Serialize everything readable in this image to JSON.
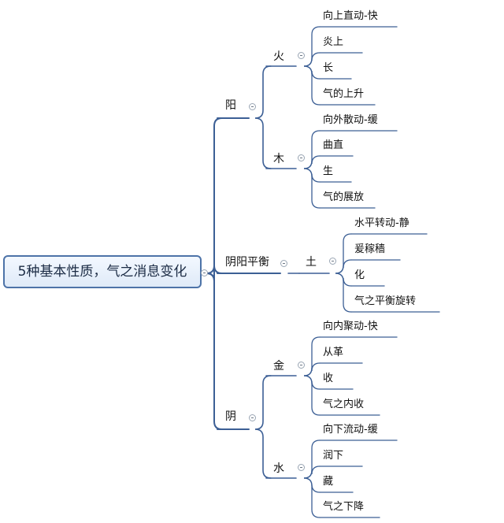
{
  "root": {
    "label": "5种基本性质，气之消息变化"
  },
  "branches": [
    {
      "label": "阳"
    },
    {
      "label": "阴阳平衡"
    },
    {
      "label": "阴"
    }
  ],
  "elements": [
    {
      "label": "火",
      "leaves": [
        "向上直动-快",
        "炎上",
        "长",
        "气的上升"
      ]
    },
    {
      "label": "木",
      "leaves": [
        "向外散动-缓",
        "曲直",
        "生",
        "气的展放"
      ]
    },
    {
      "label": "土",
      "leaves": [
        "水平转动-静",
        "爰稼穑",
        "化",
        "气之平衡旋转"
      ]
    },
    {
      "label": "金",
      "leaves": [
        "向内聚动-快",
        "从革",
        "收",
        "气之内收"
      ]
    },
    {
      "label": "水",
      "leaves": [
        "向下流动-缓",
        "润下",
        "藏",
        "气之下降"
      ]
    }
  ],
  "colors": {
    "line": "#3c5f95",
    "root_border": "#4d73a8"
  }
}
